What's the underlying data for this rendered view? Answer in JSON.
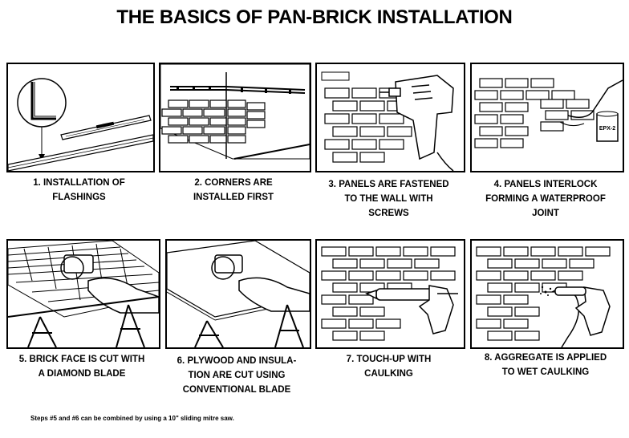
{
  "title": "THE BASICS OF PAN-BRICK INSTALLATION",
  "steps": [
    {
      "lines": [
        "1. INSTALLATION OF",
        "FLASHINGS"
      ]
    },
    {
      "lines": [
        "2. CORNERS ARE",
        "INSTALLED FIRST"
      ]
    },
    {
      "lines": [
        "3. PANELS ARE FASTENED",
        "TO THE WALL WITH",
        "SCREWS"
      ]
    },
    {
      "lines": [
        "4. PANELS INTERLOCK",
        "FORMING A WATERPROOF",
        "JOINT"
      ]
    },
    {
      "lines": [
        "5. BRICK FACE IS CUT WITH",
        "A DIAMOND BLADE"
      ]
    },
    {
      "lines": [
        "6. PLYWOOD AND INSULA-",
        "TION ARE CUT USING",
        "CONVENTIONAL BLADE"
      ]
    },
    {
      "lines": [
        "7. TOUCH-UP WITH",
        "CAULKING"
      ]
    },
    {
      "lines": [
        "8. AGGREGATE IS APPLIED",
        "TO WET CAULKING"
      ]
    }
  ],
  "panel_labels": {
    "caulk_can": "EPX-2"
  },
  "footnote": "Steps #5 and #6 can be combined by using a 10\" sliding mitre saw."
}
